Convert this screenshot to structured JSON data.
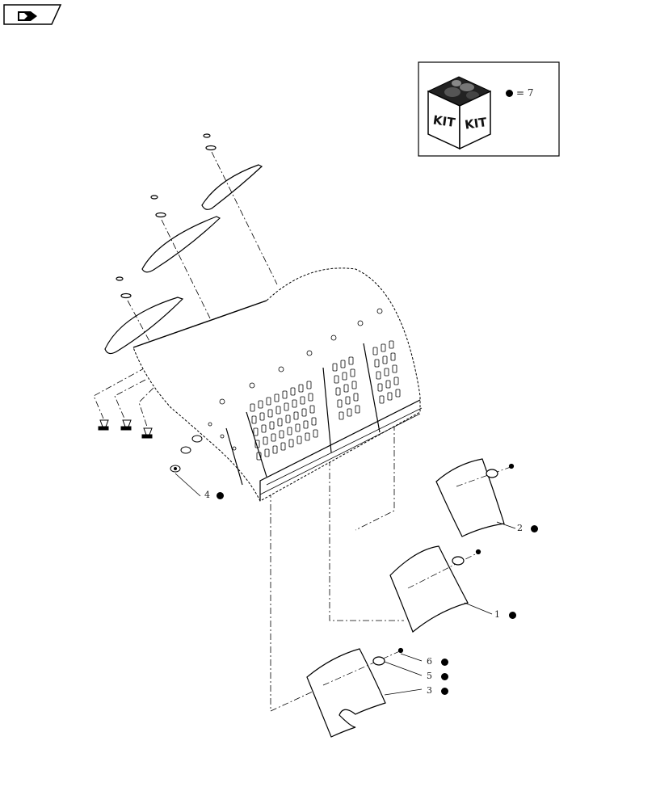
{
  "nav": {
    "icon": "page-forward-icon"
  },
  "legend": {
    "kit_text": [
      "KIT",
      "KIT"
    ],
    "equals": "= 7",
    "icon": "kit-box-icon"
  },
  "callouts": [
    "1",
    "2",
    "3",
    "4",
    "5",
    "6"
  ],
  "colors": {
    "line": "#000000",
    "background": "#ffffff"
  }
}
